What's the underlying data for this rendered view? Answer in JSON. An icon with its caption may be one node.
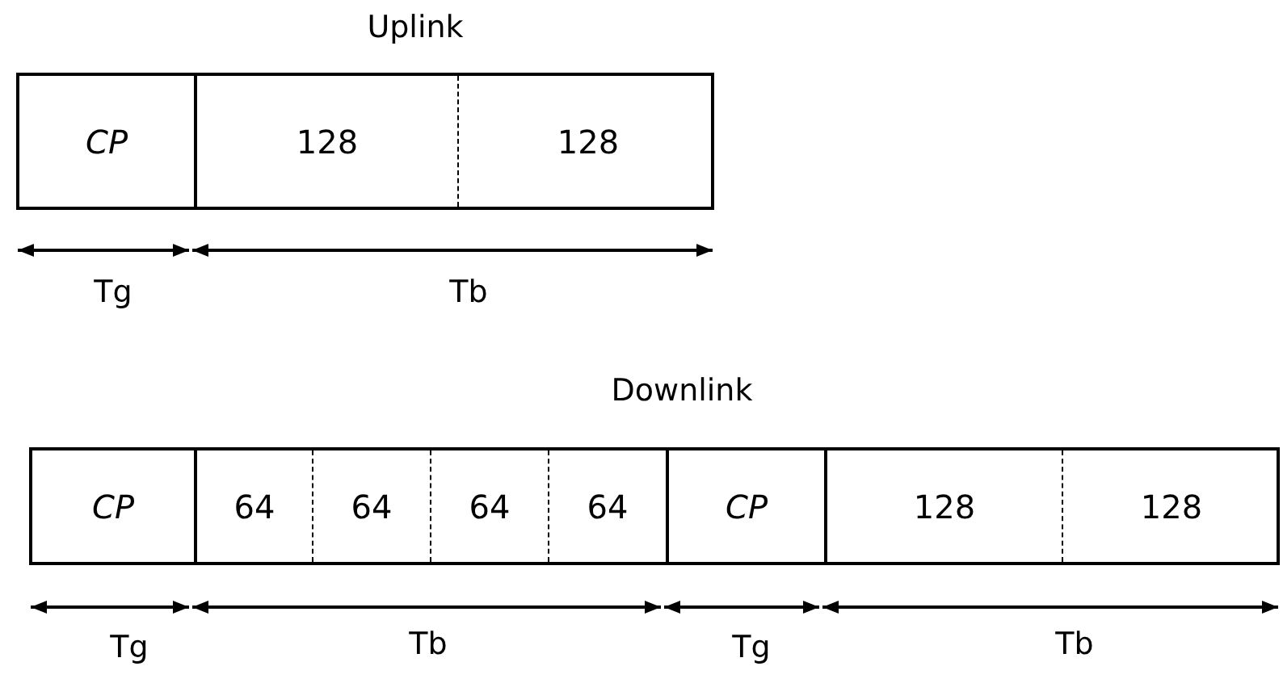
{
  "diagram": {
    "nodes": [
      {
        "text": [
          "Uplink"
        ]
      },
      {
        "text": [
          "CP"
        ],
        "in": 0
      },
      {
        "text": [
          "128"
        ],
        "in": 0
      },
      {
        "text": [
          "128"
        ],
        "in": 0
      },
      {
        "text": [
          "Downlink"
        ]
      },
      {
        "text": [
          "CP"
        ],
        "in": 4
      },
      {
        "text": [
          "64"
        ],
        "in": 4
      },
      {
        "text": [
          "64"
        ],
        "in": 4
      },
      {
        "text": [
          "64"
        ],
        "in": 4
      },
      {
        "text": [
          "64"
        ],
        "in": 4
      },
      {
        "text": [
          "CP"
        ],
        "in": 4
      },
      {
        "text": [
          "128"
        ],
        "in": 4
      },
      {
        "text": [
          "128"
        ],
        "in": 4
      }
    ],
    "labels": [
      "Tg",
      "Tb",
      "Tg",
      "Tb",
      "Tg",
      "Tb"
    ]
  }
}
